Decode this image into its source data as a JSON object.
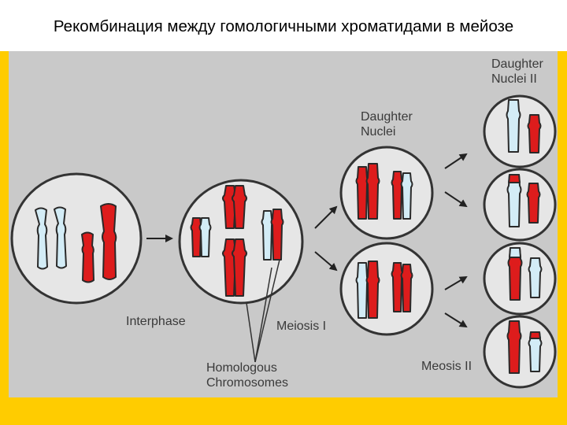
{
  "title": "Рекомбинация между гомологичными хроматидами в мейозе",
  "labels": {
    "interphase": "Interphase",
    "meiosis1": "Meiosis I",
    "homologous": "Homologous\nChromosomes",
    "daughter_nuclei": "Daughter\nNuclei",
    "daughter_nuclei_2": "Daughter\nNuclei II",
    "meiosis2": "Meosis II"
  },
  "colors": {
    "frame": "#ffcc00",
    "panel": "#c9c9c9",
    "maternal_chromosome": "#dd1c1c",
    "paternal_chromosome": "#d3ecf6",
    "outline": "#2a2a2a"
  },
  "icons": [
    "arrow-right-icon",
    "arrow-up-right-icon",
    "arrow-down-right-icon"
  ]
}
